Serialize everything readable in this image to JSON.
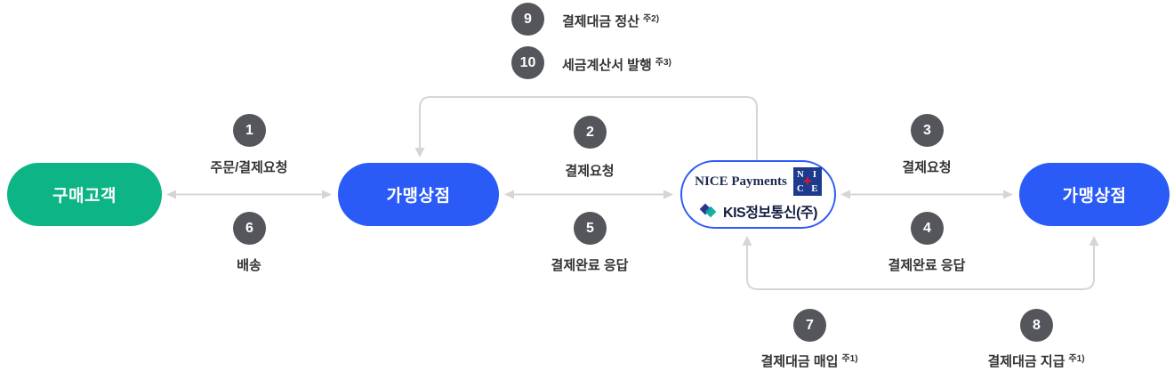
{
  "colors": {
    "customer_green": "#0db485",
    "brand_blue": "#2b5bf7",
    "step_circle_gray": "#55565b",
    "label_text": "#333333",
    "arrow_gray": "#d5d5d5",
    "nice_logo_navy": "#1e3a8c",
    "nice_logo_red": "#e8112d",
    "kis_text_navy": "#131c3f"
  },
  "entities": {
    "customer": {
      "label": "구매고객"
    },
    "merchant_left": {
      "label": "가맹상점"
    },
    "pg": {
      "name_line": "NICE Payments",
      "company_line": "KIS정보통신(주)",
      "logo_letters": [
        "N",
        "I",
        "C",
        "E"
      ],
      "logo_plus": "+"
    },
    "merchant_right": {
      "label": "가맹상점"
    }
  },
  "steps": {
    "s1": {
      "num": "1",
      "label": "주문/결제요청"
    },
    "s2": {
      "num": "2",
      "label": "결제요청"
    },
    "s3": {
      "num": "3",
      "label": "결제요청"
    },
    "s4": {
      "num": "4",
      "label": "결제완료 응답"
    },
    "s5": {
      "num": "5",
      "label": "결제완료 응답"
    },
    "s6": {
      "num": "6",
      "label": "배송"
    },
    "s7": {
      "num": "7",
      "label": "결제대금 매입",
      "note": "주1)"
    },
    "s8": {
      "num": "8",
      "label": "결제대금 지급",
      "note": "주1)"
    },
    "s9": {
      "num": "9",
      "label": "결제대금 정산",
      "note": "주2)"
    },
    "s10": {
      "num": "10",
      "label": "세금계산서 발행",
      "note": "주3)"
    }
  }
}
